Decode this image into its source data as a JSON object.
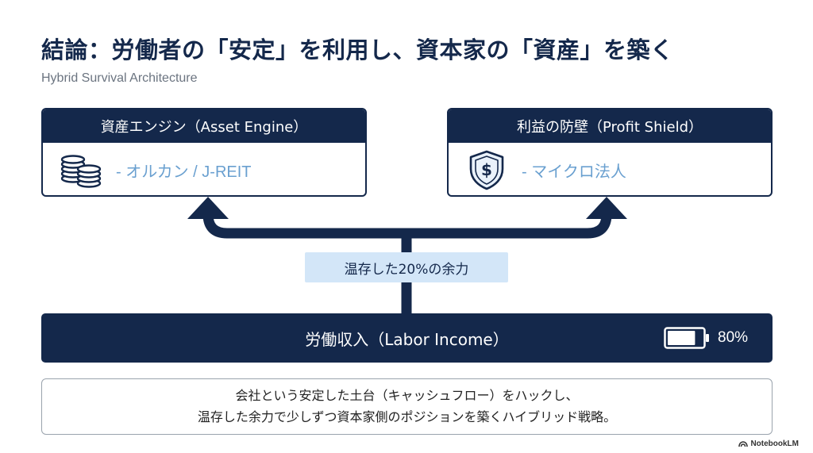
{
  "header": {
    "title": "結論：労働者の「安定」を利用し、資本家の「資産」を築く",
    "subtitle": "Hybrid Survival Architecture"
  },
  "cards": {
    "asset": {
      "title": "資産エンジン（Asset Engine）",
      "item": "- オルカン / J-REIT",
      "icon": "coins-icon"
    },
    "shield": {
      "title": "利益の防壁（Profit Shield）",
      "item": "- マイクロ法人",
      "icon": "shield-dollar-icon"
    }
  },
  "flow": {
    "label": "温存した20%の余力"
  },
  "base": {
    "label": "労働収入（Labor Income）",
    "battery_level": 0.8,
    "battery_text": "80%",
    "icon": "battery-icon"
  },
  "note": {
    "line1": "会社という安定した土台（キャッシュフロー）をハックし、",
    "line2": "温存した余力で少しずつ資本家側のポジションを築くハイブリッド戦略。"
  },
  "brand": {
    "name": "NotebookLM"
  },
  "colors": {
    "navy": "#14284b",
    "light_blue": "#d3e6f8",
    "accent_text": "#6aa0d0"
  }
}
